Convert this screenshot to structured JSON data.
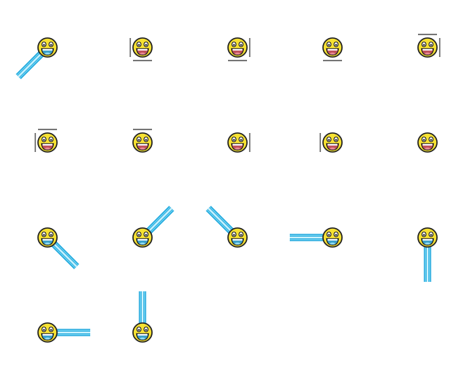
{
  "sprite_sheet": {
    "colors": {
      "background": "#ffffff",
      "face_fill": "#f7e233",
      "face_outline": "#222222",
      "mouth_fill": "#c0505a",
      "tongue_fill": "#e88a96",
      "mouth_blue_fill": "#3aa0c8",
      "teeth": "#ffffff",
      "stick_dark": "#1aa6dc",
      "stick_light": "#9fe4f8",
      "bracket": "#555555"
    },
    "frames": [
      {
        "name": "frame-1",
        "face": "smiley-blue-mouth-icon",
        "mouth": "blue",
        "attachment": "pole-down-left"
      },
      {
        "name": "frame-2",
        "face": "smiley-icon",
        "mouth": "red",
        "attachment": "bracket-left-bottom"
      },
      {
        "name": "frame-3",
        "face": "smiley-icon",
        "mouth": "red",
        "attachment": "bracket-right-bottom"
      },
      {
        "name": "frame-4",
        "face": "smiley-icon",
        "mouth": "red",
        "attachment": "bracket-bottom"
      },
      {
        "name": "frame-5",
        "face": "smiley-icon",
        "mouth": "red",
        "attachment": "bracket-top-right"
      },
      {
        "name": "frame-6",
        "face": "smiley-icon",
        "mouth": "red",
        "attachment": "bracket-left-top"
      },
      {
        "name": "frame-7",
        "face": "smiley-icon",
        "mouth": "red",
        "attachment": "bracket-top"
      },
      {
        "name": "frame-8",
        "face": "smiley-icon",
        "mouth": "red",
        "attachment": "bracket-right"
      },
      {
        "name": "frame-9",
        "face": "smiley-icon",
        "mouth": "red",
        "attachment": "bracket-left"
      },
      {
        "name": "frame-10",
        "face": "smiley-icon",
        "mouth": "red",
        "attachment": "none"
      },
      {
        "name": "frame-11",
        "face": "smiley-icon",
        "mouth": "blue",
        "attachment": "pole-down-right"
      },
      {
        "name": "frame-12",
        "face": "smiley-icon",
        "mouth": "blue",
        "attachment": "pole-up-right"
      },
      {
        "name": "frame-13",
        "face": "smiley-icon",
        "mouth": "blue",
        "attachment": "pole-up-left"
      },
      {
        "name": "frame-14",
        "face": "smiley-icon",
        "mouth": "blue",
        "attachment": "pole-left"
      },
      {
        "name": "frame-15",
        "face": "smiley-icon",
        "mouth": "blue",
        "attachment": "pole-down"
      },
      {
        "name": "frame-16",
        "face": "smiley-icon",
        "mouth": "blue",
        "attachment": "pole-right"
      },
      {
        "name": "frame-17",
        "face": "smiley-icon",
        "mouth": "blue",
        "attachment": "pole-up"
      }
    ]
  }
}
